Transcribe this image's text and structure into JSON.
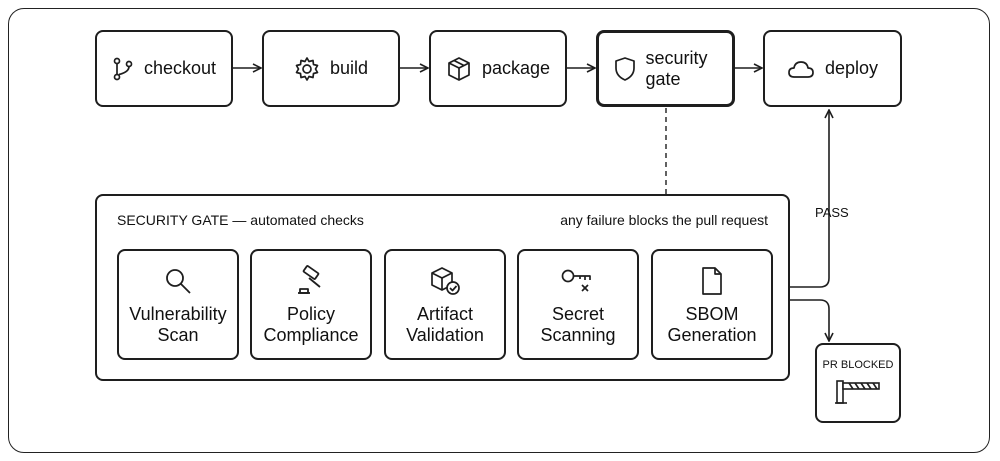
{
  "pipeline": {
    "stages": [
      {
        "label": "checkout",
        "icon": "git-branch-icon"
      },
      {
        "label": "build",
        "icon": "gear-icon"
      },
      {
        "label": "package",
        "icon": "box-icon"
      },
      {
        "label": "security gate",
        "icon": "shield-icon",
        "active": true
      },
      {
        "label": "deploy",
        "icon": "cloud-icon"
      }
    ]
  },
  "gate_panel": {
    "title": "SECURITY GATE — automated checks",
    "note": "any failure blocks the pull request",
    "checks": [
      {
        "label": "Vulnerability Scan",
        "icon": "magnifier-icon"
      },
      {
        "label": "Policy Compliance",
        "icon": "gavel-icon"
      },
      {
        "label": "Artifact Validation",
        "icon": "box-check-icon"
      },
      {
        "label": "Secret Scanning",
        "icon": "key-x-icon"
      },
      {
        "label": "SBOM Generation",
        "icon": "document-icon"
      }
    ]
  },
  "outcomes": {
    "pass_label": "PASS",
    "blocked_label": "PR BLOCKED",
    "blocked_icon": "barrier-icon"
  },
  "colors": {
    "stroke": "#1e1e1e",
    "background": "#ffffff"
  }
}
